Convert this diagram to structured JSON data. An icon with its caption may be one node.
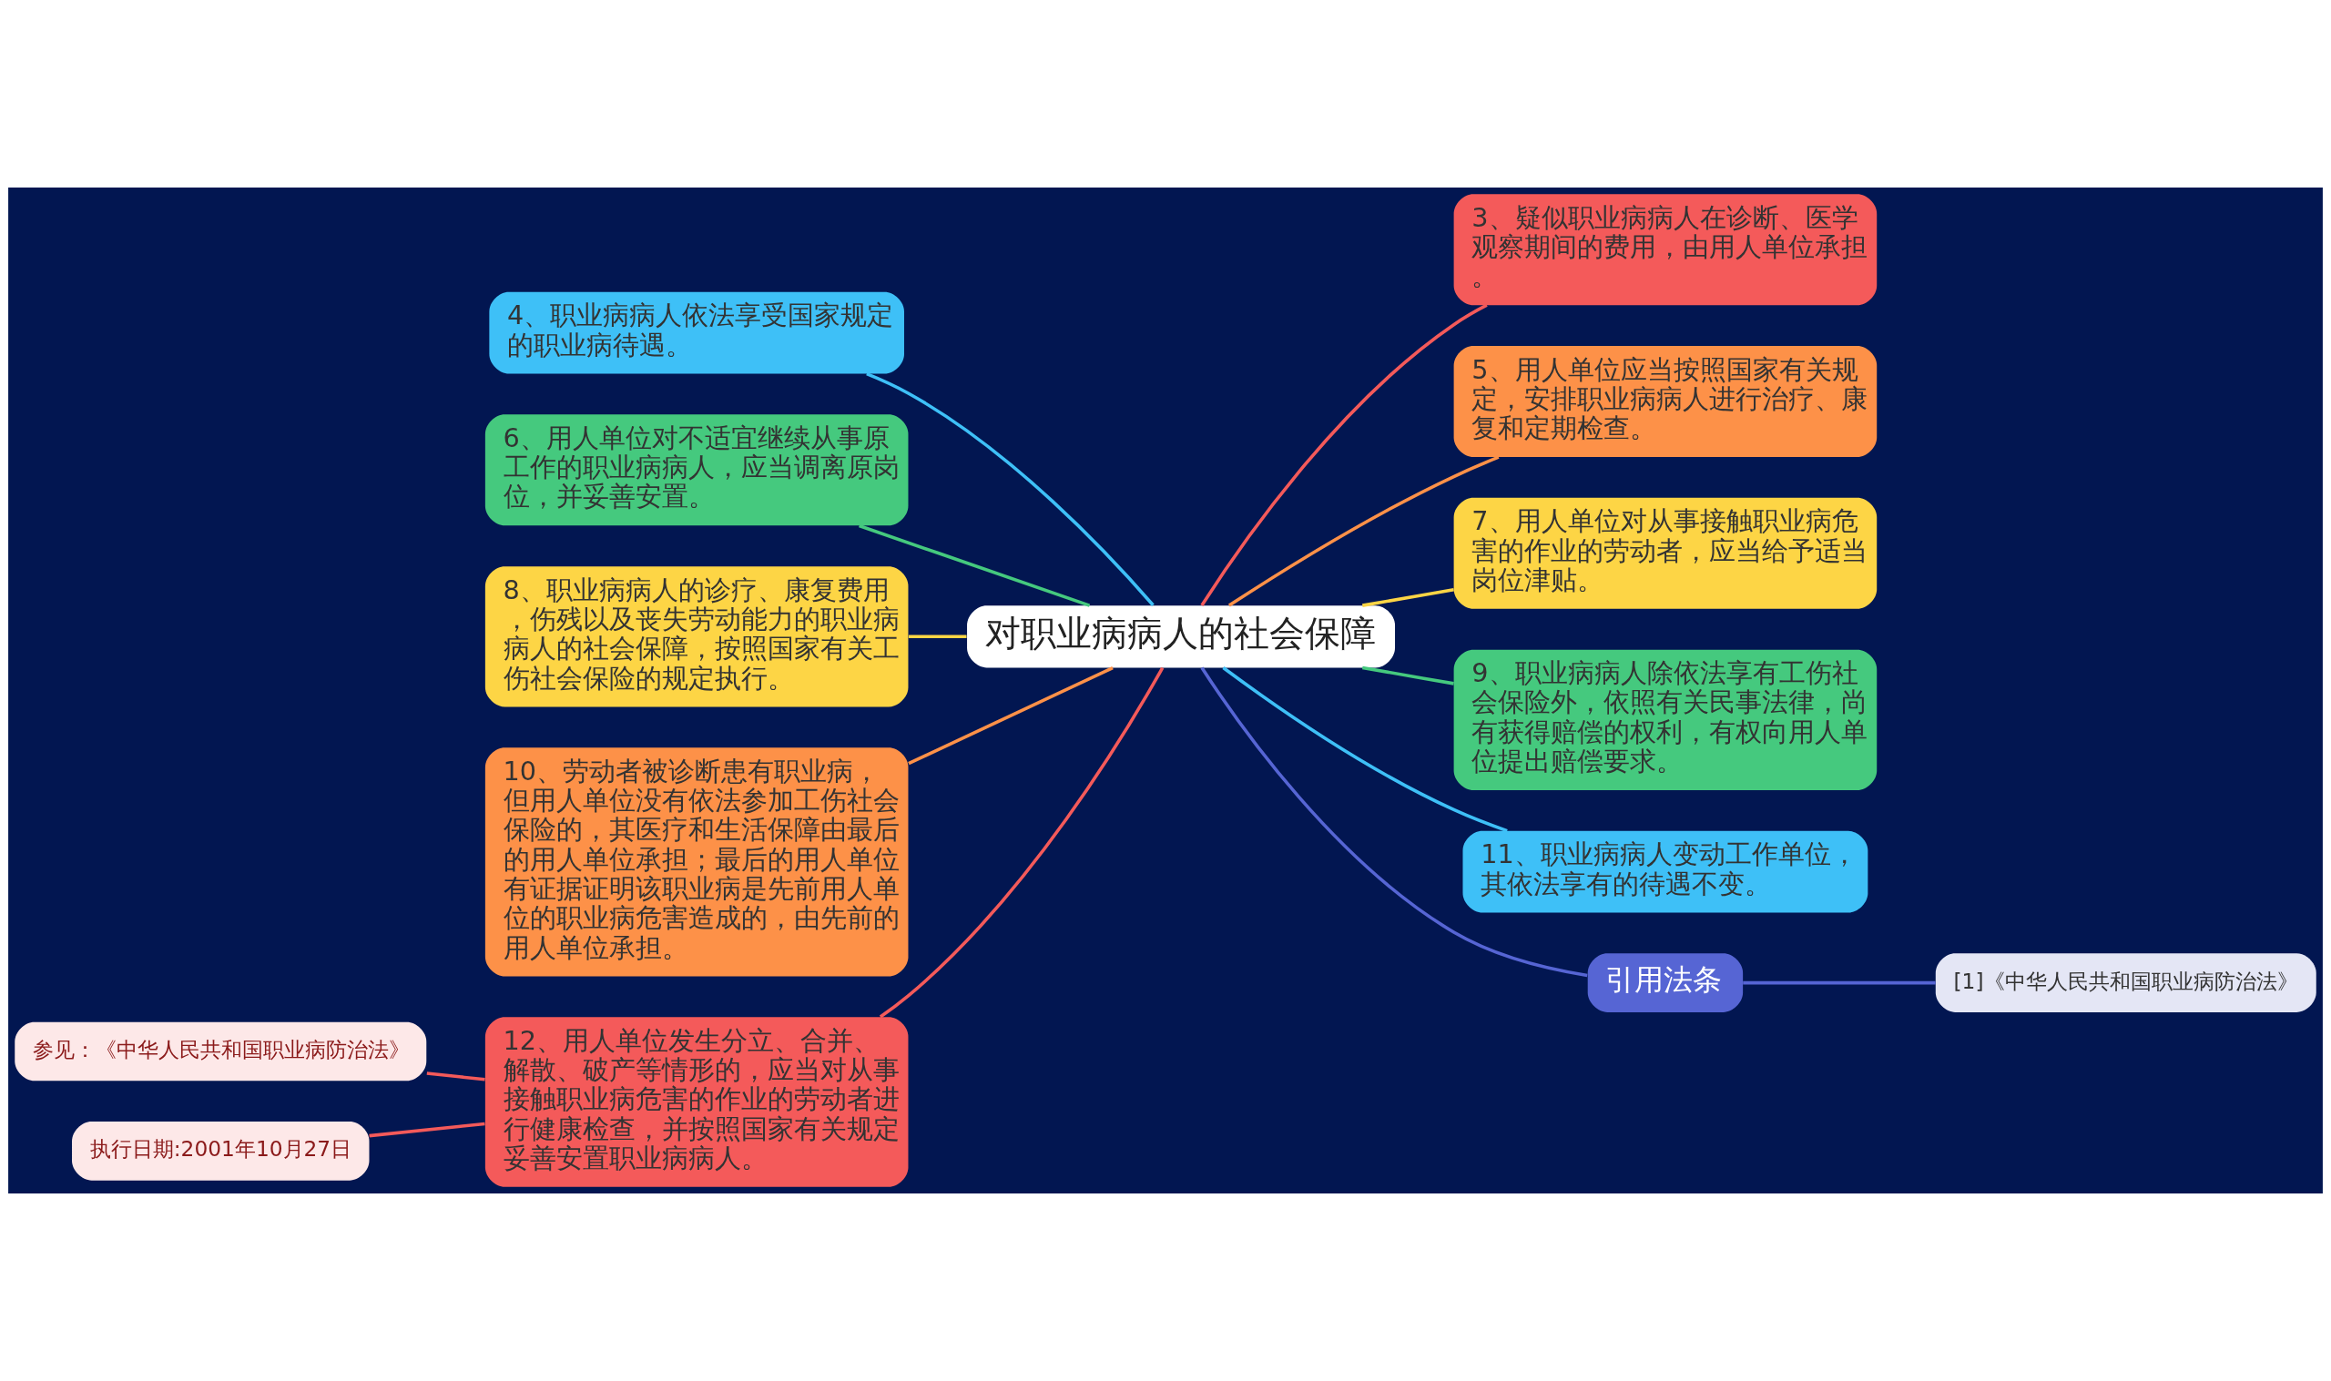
{
  "diagram": {
    "nodes": [
      {
        "text": [
          "对职业病病人的社会保障"
        ]
      },
      {
        "text": [
          "4、职业病病人依法享受国家规定的职业病待遇。"
        ]
      },
      {
        "text": [
          "6、用人单位对不适宜继续从事原工作的职业病病人，应当调离原岗位，并妥善安置。"
        ]
      },
      {
        "text": [
          "8、职业病病人的诊疗、康复费用，伤残以及丧失劳动能力的职业病病人的社会保障，按照国家有关工伤社会保险的规定执行。"
        ]
      },
      {
        "text": [
          "10、劳动者被诊断患有职业病，但用人单位没有依法参加工伤社会保险的，其医疗和生活保障由最后的用人单位承担；最后的用人单位有证据证明该职业病是先前用人单位的职业病危害造成的，由先前的用人单位承担。"
        ]
      },
      {
        "text": [
          "12、用人单位发生分立、合并、解散、破产等情形的，应当对从事接触职业病危害的作业的劳动者进行健康检查，并按照国家有关规定妥善安置职业病病人。"
        ]
      },
      {
        "text": [
          "参见：《中华人民共和国职业病防治法》"
        ]
      },
      {
        "text": [
          "执行日期:2001年10月27日"
        ]
      },
      {
        "text": [
          "3、疑似职业病病人在诊断、医学观察期间的费用，由用人单位承担。"
        ]
      },
      {
        "text": [
          "5、用人单位应当按照国家有关规定，安排职业病病人进行治疗、康复和定期检查。"
        ]
      },
      {
        "text": [
          "7、用人单位对从事接触职业病危害的作业的劳动者，应当给予适当岗位津贴。"
        ]
      },
      {
        "text": [
          "9、职业病病人除依法享有工伤社会保险外，依照有关民事法律，尚有获得赔偿的权利，有权向用人单位提出赔偿要求。"
        ]
      },
      {
        "text": [
          "11、职业病病人变动工作单位，其依法享有的待遇不变。"
        ]
      },
      {
        "text": [
          "引用法条"
        ]
      },
      {
        "text": [
          "[1]《中华人民共和国职业病防治法》"
        ]
      }
    ],
    "edges": [
      {
        "from": 0,
        "to": 1,
        "arrow": "none",
        "color": "#3ec0f7"
      },
      {
        "from": 0,
        "to": 2,
        "arrow": "none",
        "color": "#45c97e"
      },
      {
        "from": 0,
        "to": 3,
        "arrow": "none",
        "color": "#fdd545"
      },
      {
        "from": 0,
        "to": 4,
        "arrow": "none",
        "color": "#fd9148"
      },
      {
        "from": 0,
        "to": 5,
        "arrow": "none",
        "color": "#f45a5a"
      },
      {
        "from": 5,
        "to": 6,
        "arrow": "none",
        "color": "#f45a5a"
      },
      {
        "from": 5,
        "to": 7,
        "arrow": "none",
        "color": "#f45a5a"
      },
      {
        "from": 0,
        "to": 8,
        "arrow": "none",
        "color": "#f45a5a"
      },
      {
        "from": 0,
        "to": 9,
        "arrow": "none",
        "color": "#fd9148"
      },
      {
        "from": 0,
        "to": 10,
        "arrow": "none",
        "color": "#fdd545"
      },
      {
        "from": 0,
        "to": 11,
        "arrow": "none",
        "color": "#45c97e"
      },
      {
        "from": 0,
        "to": 12,
        "arrow": "none",
        "color": "#3ec0f7"
      },
      {
        "from": 0,
        "to": 13,
        "arrow": "none",
        "color": "#5665d4"
      },
      {
        "from": 13,
        "to": 14,
        "arrow": "none",
        "color": "#5665d4"
      }
    ]
  }
}
